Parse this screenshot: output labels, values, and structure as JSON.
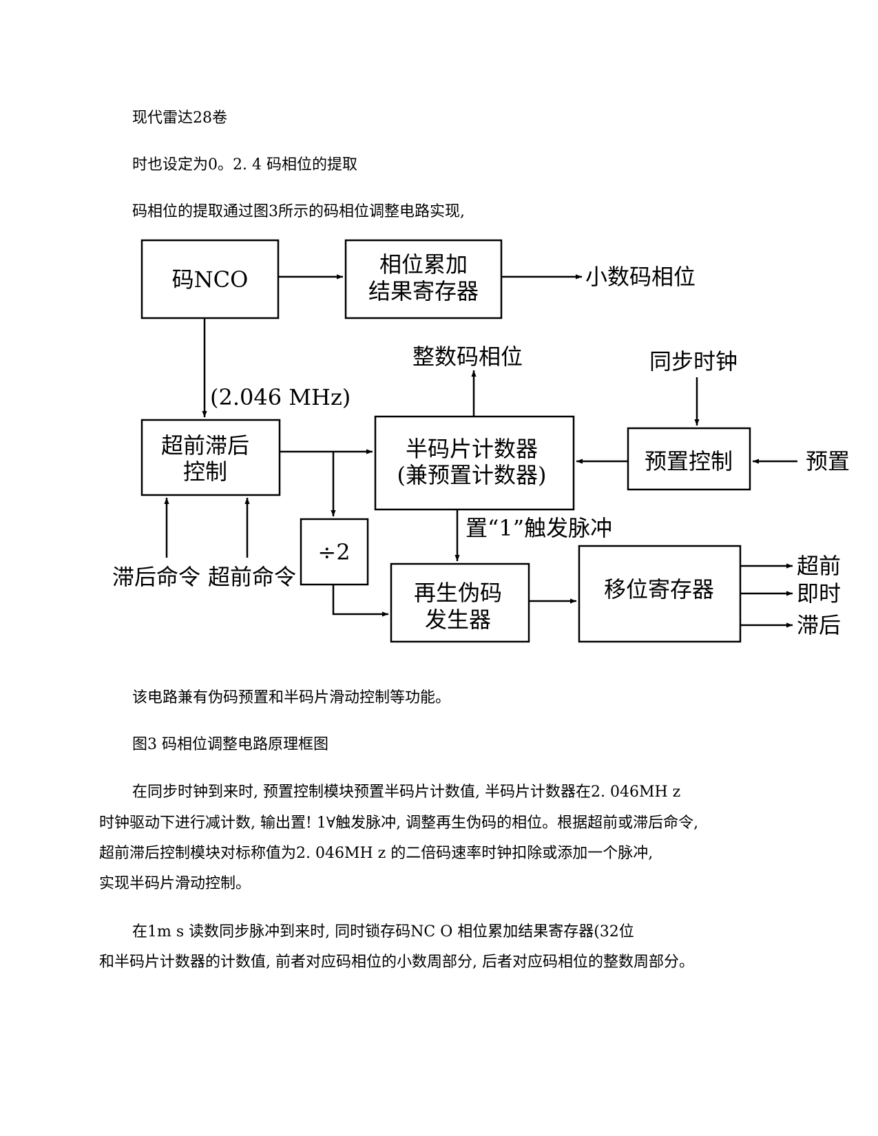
{
  "header": {
    "running_title": "现代雷达28卷"
  },
  "text": {
    "para1": "时也设定为0。2. 4 码相位的提取",
    "para2": "码相位的提取通过图3所示的码相位调整电路实现,",
    "para3": "该电路兼有伪码预置和半码片滑动控制等功能。",
    "caption": "图3 码相位调整电路原理框图",
    "para4": [
      "在同步时钟到来时, 预置控制模块预置半码片计数值, 半码片计数器在2. 046MH z",
      "时钟驱动下进行减计数, 输出置! 1∀触发脉冲, 调整再生伪码的相位。根据超前或滞后命令,",
      "超前滞后控制模块对标称值为2. 046MH z 的二倍码速率时钟扣除或添加一个脉冲,",
      "实现半码片滑动控制。"
    ],
    "para5": [
      "在1m s 读数同步脉冲到来时, 同时锁存码NC O 相位累加结果寄存器(32位",
      "和半码片计数器的计数值, 前者对应码相位的小数周部分, 后者对应码相位的整数周部分。"
    ]
  },
  "diagram": {
    "nco": "码NCO",
    "phase_acc": [
      "相位累加",
      "结果寄存器"
    ],
    "fractional_phase": "小数码相位",
    "integer_phase": "整数码相位",
    "sync_clock": "同步时钟",
    "freq": "(2.046  MHz)",
    "early_late_ctrl": [
      "超前滞后",
      "控制"
    ],
    "half_chip_counter": [
      "半码片计数器",
      "(兼预置计数器)"
    ],
    "preset_ctrl": "预置控制",
    "preset_in": "预置",
    "trigger": "置“1”触发脉冲",
    "div2": "÷2",
    "late_cmd": "滞后命令",
    "early_cmd": "超前命令",
    "regen_pn": [
      "再生伪码",
      "发生器"
    ],
    "shift_reg": "移位寄存器",
    "out_early": "超前",
    "out_prompt": "即时",
    "out_late": "滞后"
  }
}
